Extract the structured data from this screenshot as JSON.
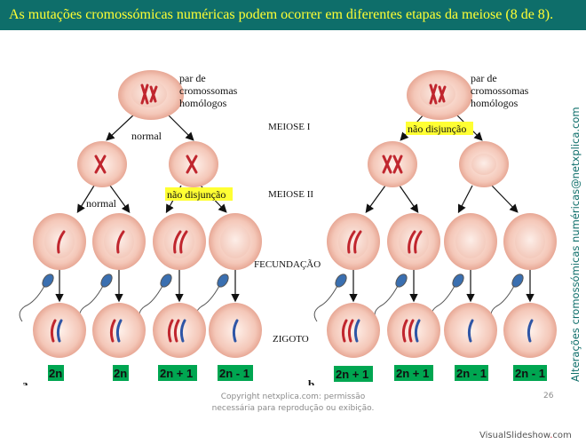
{
  "title": "As mutações cromossómicas numéricas podem ocorrer em diferentes etapas da meiose (8 de 8).",
  "labels": {
    "pair_line1": "par de",
    "pair_line2": "cromossomas",
    "pair_line3": "homólogos",
    "meiose1": "MEIOSE I",
    "meiose2": "MEIOSE II",
    "fecundacao": "FECUNDAÇÃO",
    "zigoto": "ZIGOTO",
    "normal": "normal",
    "nao_disjuncao": "não disjunção"
  },
  "panel_a": {
    "letter": "a.",
    "results": [
      "2n",
      "2n",
      "2n + 1",
      "2n - 1"
    ]
  },
  "panel_b": {
    "letter": "b.",
    "results": [
      "2n + 1",
      "2n + 1",
      "2n - 1",
      "2n - 1"
    ]
  },
  "side_text": "Alterações cromossómicas numéricas@netxplica.com",
  "footer": {
    "copyright_line1": "Copyright netxplica.com: permissão",
    "copyright_line2": "necessária para reprodução ou exibição.",
    "page": "26"
  },
  "watermark": {
    "part1": "VisualSlideshow",
    "dot": ".",
    "part2": "com"
  },
  "colors": {
    "title_bg": "#0e6e6a",
    "title_text": "#ffff33",
    "highlight": "#ffff33",
    "result_box": "#00a651",
    "cell": "#f4c7b8",
    "nucleus": "#fbe3da",
    "chromosome_red": "#c0262e",
    "chromosome_blue": "#2f56a6"
  }
}
